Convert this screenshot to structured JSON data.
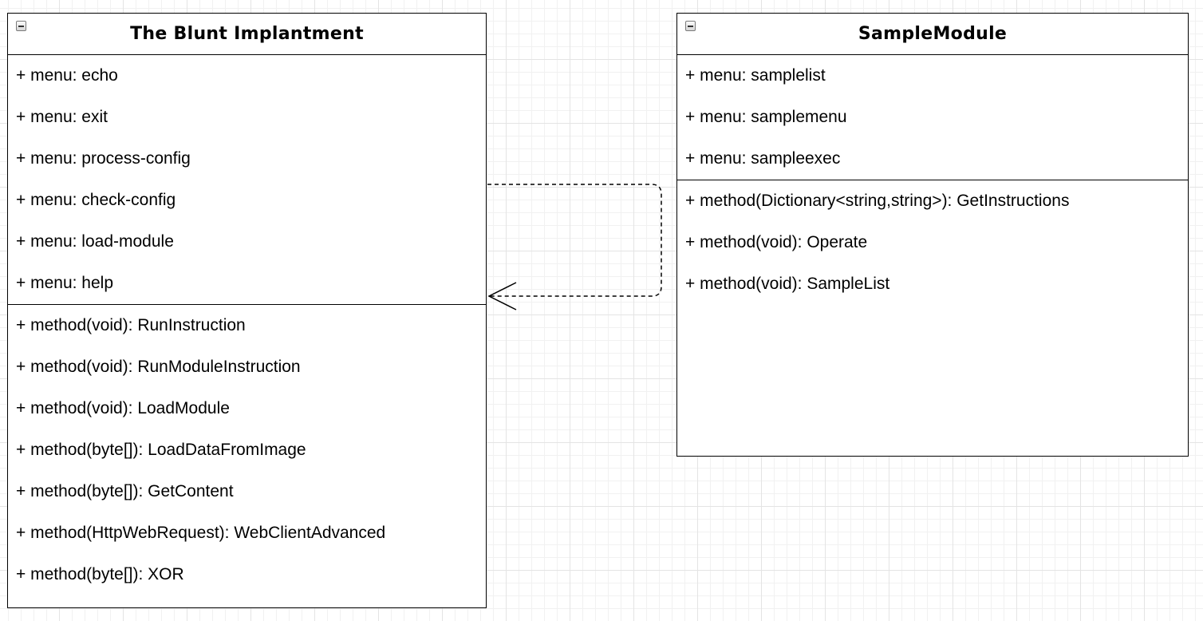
{
  "classes": {
    "blunt": {
      "title": "The Blunt Implantment",
      "attributes": [
        "+ menu: echo",
        "+ menu: exit",
        "+ menu: process-config",
        "+ menu: check-config",
        "+ menu: load-module",
        "+ menu: help"
      ],
      "methods": [
        "+ method(void): RunInstruction",
        "+ method(void): RunModuleInstruction",
        "+ method(void): LoadModule",
        "+ method(byte[]): LoadDataFromImage",
        "+ method(byte[]): GetContent",
        "+ method(HttpWebRequest): WebClientAdvanced",
        "+ method(byte[]): XOR"
      ]
    },
    "sample": {
      "title": "SampleModule",
      "attributes": [
        "+ menu: samplelist",
        "+ menu: samplemenu",
        "+ menu: sampleexec"
      ],
      "methods": [
        "+ method(Dictionary<string,string>): GetInstructions",
        "+ method(void): Operate",
        "+ method(void): SampleList"
      ]
    }
  },
  "relationship": {
    "type": "dependency",
    "style": "dashed",
    "from": "blunt",
    "to": "blunt",
    "via": "sample",
    "arrow": "open-arrow"
  },
  "icons": {
    "collapse": "collapse-minus-icon"
  },
  "colors": {
    "line": "#000000",
    "background": "#ffffff",
    "grid": "#e4e4e4"
  }
}
